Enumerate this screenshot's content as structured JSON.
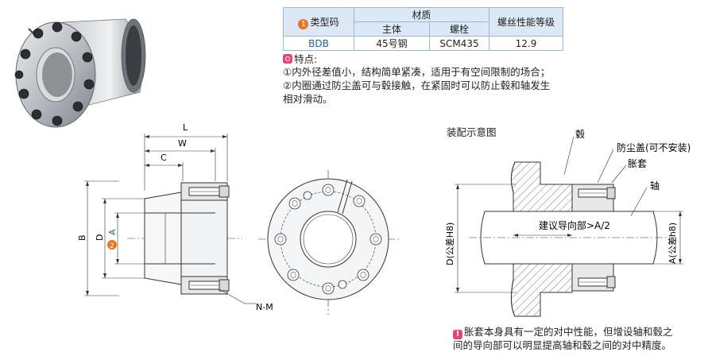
{
  "table": {
    "model_badge": "1",
    "model_header": "类型码",
    "material_header": "材质",
    "body_header": "主体",
    "bolt_header": "螺栓",
    "grade_header": "螺丝性能等级",
    "row": {
      "model": "BDB",
      "body": "45号钢",
      "bolt": "SCM435",
      "grade": "12.9"
    }
  },
  "features": {
    "title": "特点:",
    "line1": "①内外径差值小，结构简单紧凑，适用于有空间限制的场合；",
    "line2": "②内圈通过防尘盖可与毂接触，在紧固时可以防止毂和轴发生",
    "line3": "相对滑动。"
  },
  "dims": {
    "L": "L",
    "W": "W",
    "C": "C",
    "B": "B",
    "D": "D",
    "A": "A",
    "A_badge": "2",
    "NM": "N-M"
  },
  "assembly": {
    "title": "装配示意图",
    "hub": "毂",
    "dust_cover": "防尘盖(可不安装)",
    "sleeve": "胀套",
    "shaft": "轴",
    "guide": "建议导向部>A/2",
    "D_tol": "D(公差H8)",
    "A_tol": "A(公差h8)"
  },
  "note": {
    "line1": "胀套本身具有一定的对中性能，但增设轴和毂之",
    "line2": "间的导向部可以明显提高轴和毂之间的对中精度。"
  },
  "colors": {
    "table_border": "#9bb7d3",
    "table_header_bg": "#dce8f5",
    "badge_orange": "#e8741e",
    "accent_pink": "#e0457b",
    "model_blue": "#1f5fb0"
  }
}
